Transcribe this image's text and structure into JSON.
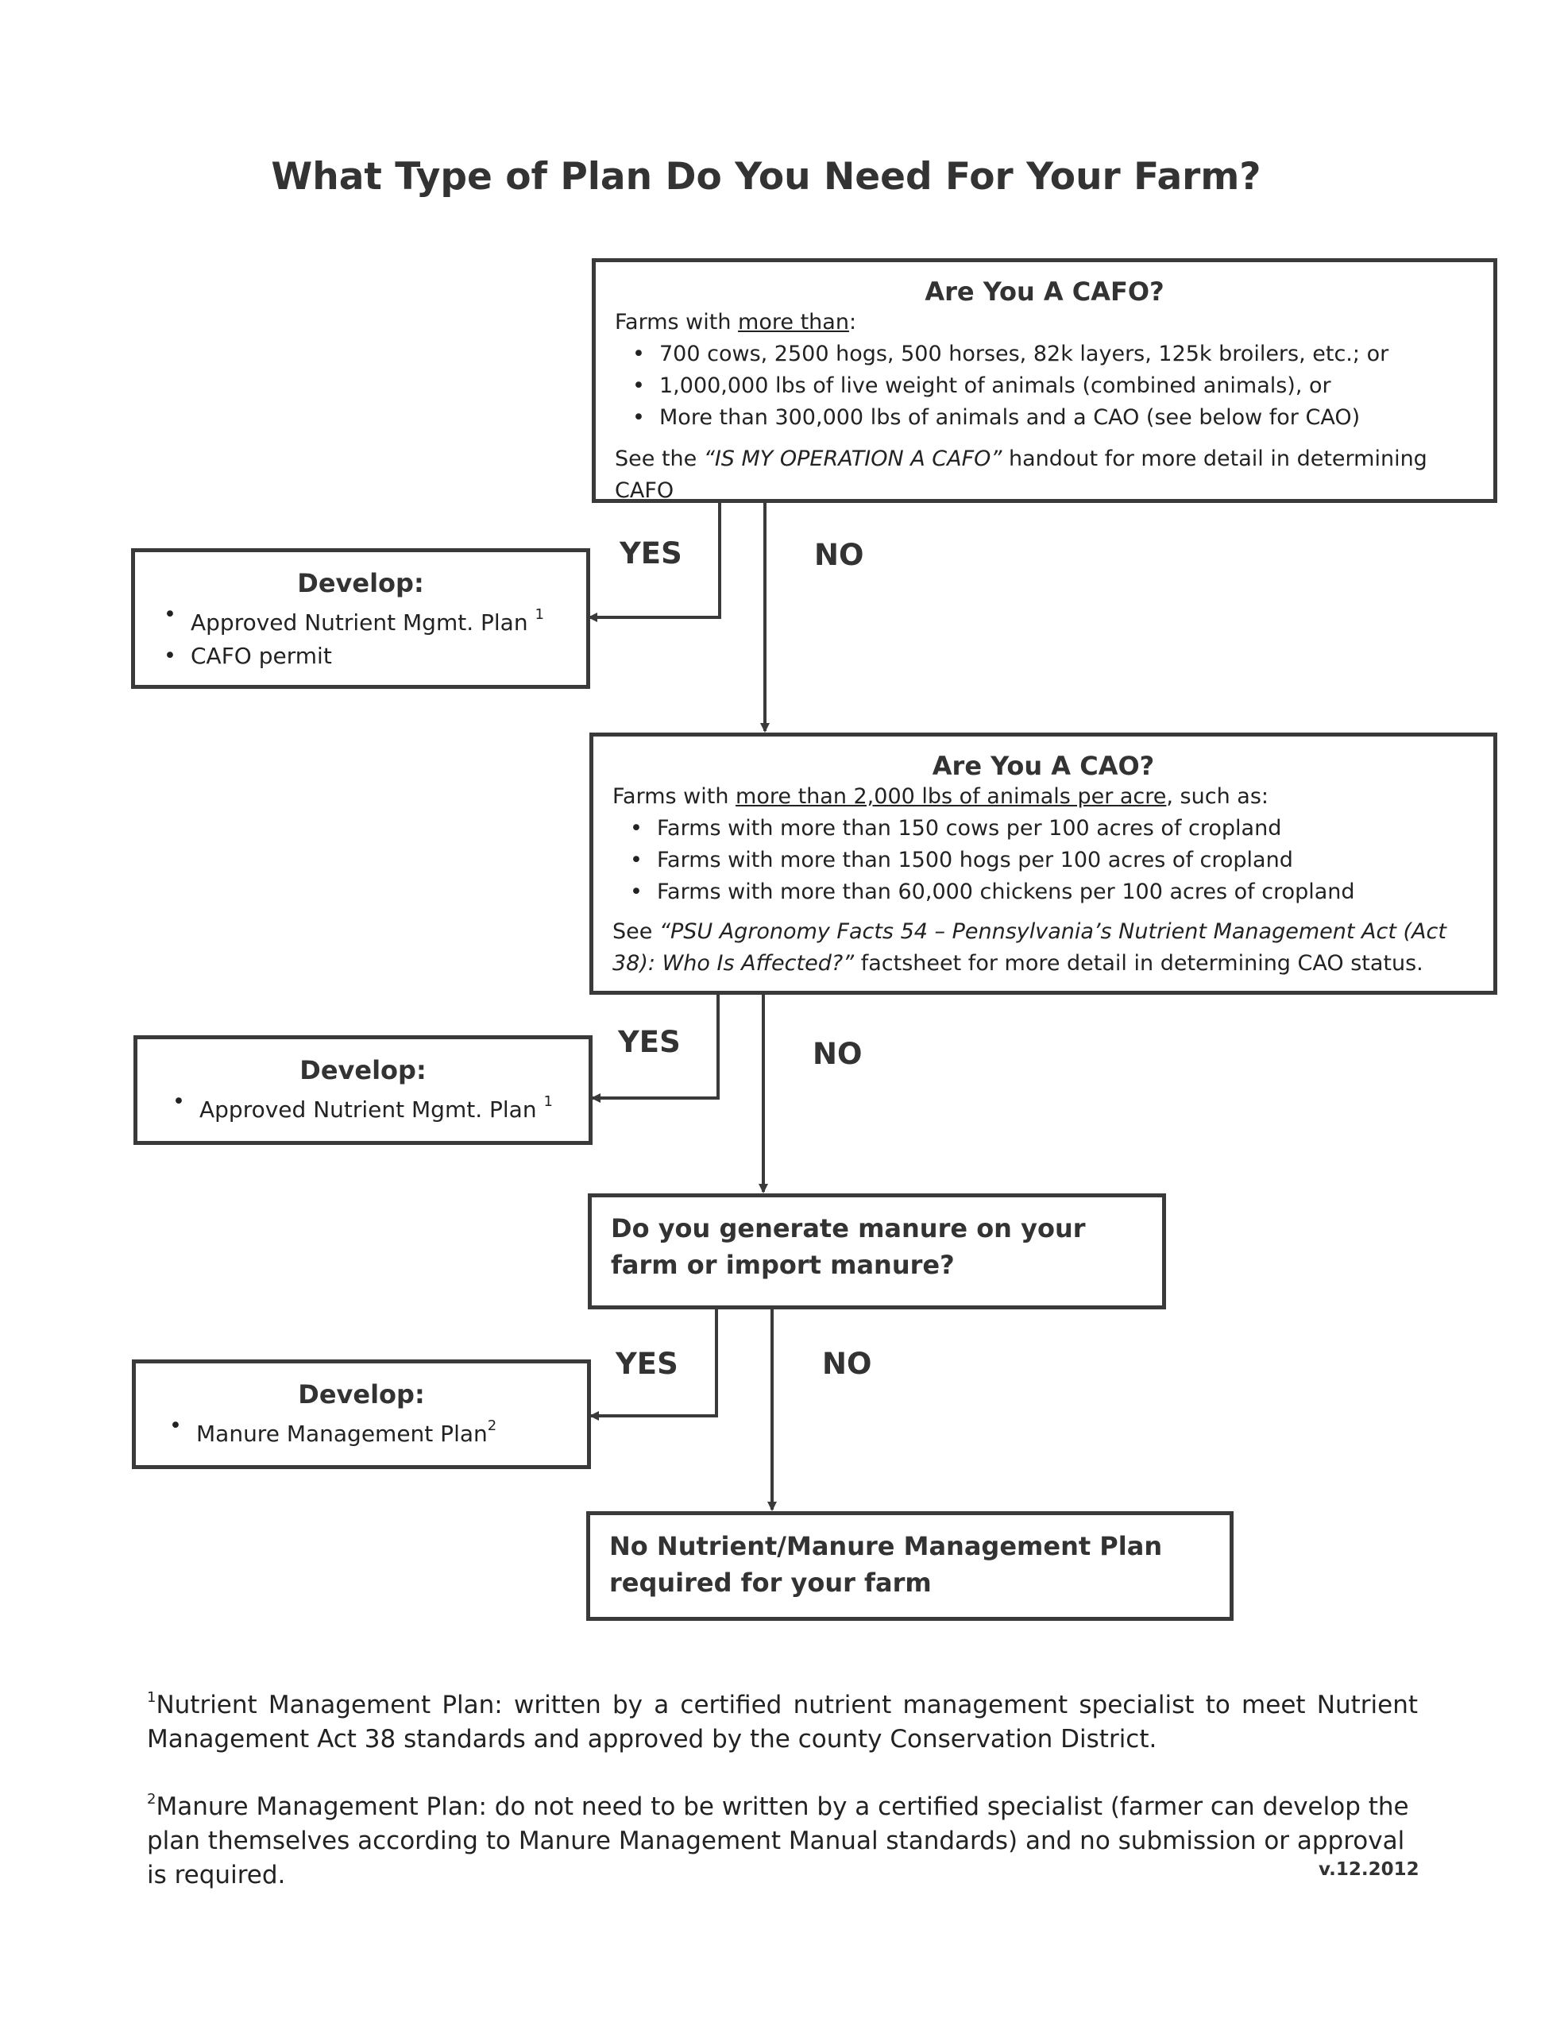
{
  "title": "What Type of Plan Do You Need For Your Farm?",
  "cafo": {
    "heading": "Are You A CAFO?",
    "intro_prefix": "Farms with ",
    "intro_underlined": "more than",
    "intro_suffix": ":",
    "items": [
      "700 cows, 2500 hogs, 500 horses, 82k layers, 125k broilers, etc.; or",
      "1,000,000 lbs of live weight of animals (combined animals), or",
      "More than 300,000 lbs of animals and a CAO (see below for CAO)"
    ],
    "see_prefix": "See the ",
    "see_italic": "“IS MY OPERATION A CAFO”",
    "see_suffix": " handout for more detail in determining CAFO"
  },
  "cafo_yes": {
    "heading": "Develop:",
    "items": [
      "Approved Nutrient Mgmt. Plan",
      "CAFO permit"
    ],
    "item0_sup": "1"
  },
  "cao": {
    "heading": "Are You A CAO?",
    "intro_prefix": "Farms with ",
    "intro_underlined": "more than 2,000 lbs of animals per acre",
    "intro_suffix": ", such as:",
    "items": [
      "Farms with more than 150 cows per 100 acres of cropland",
      "Farms with more than 1500 hogs per 100 acres of cropland",
      "Farms with more than 60,000 chickens per 100 acres of cropland"
    ],
    "see_prefix": "See ",
    "see_italic": "“PSU Agronomy Facts 54 – Pennsylvania’s Nutrient Management Act (Act 38): Who Is Affected?”",
    "see_suffix": " factsheet for more detail in determining CAO status."
  },
  "cao_yes": {
    "heading": "Develop:",
    "item": "Approved Nutrient Mgmt. Plan",
    "item_sup": "1"
  },
  "manure_q": {
    "text": "Do you generate manure on your farm or import manure?"
  },
  "manure_yes": {
    "heading": "Develop:",
    "item": "Manure Management Plan",
    "item_sup": "2"
  },
  "final": {
    "text": "No Nutrient/Manure Management Plan required for your farm"
  },
  "labels": {
    "yes": "YES",
    "no": "NO"
  },
  "footnotes": [
    {
      "mark": "1",
      "text": "Nutrient Management Plan: written by a certified nutrient management specialist to meet Nutrient Management Act 38 standards and approved by the county Conservation District."
    },
    {
      "mark": "2",
      "text": "Manure Management Plan: do not need to be written by a certified specialist (farmer can develop the plan themselves according to Manure Management Manual standards) and no submission or approval is required."
    }
  ],
  "version": "v.12.2012"
}
